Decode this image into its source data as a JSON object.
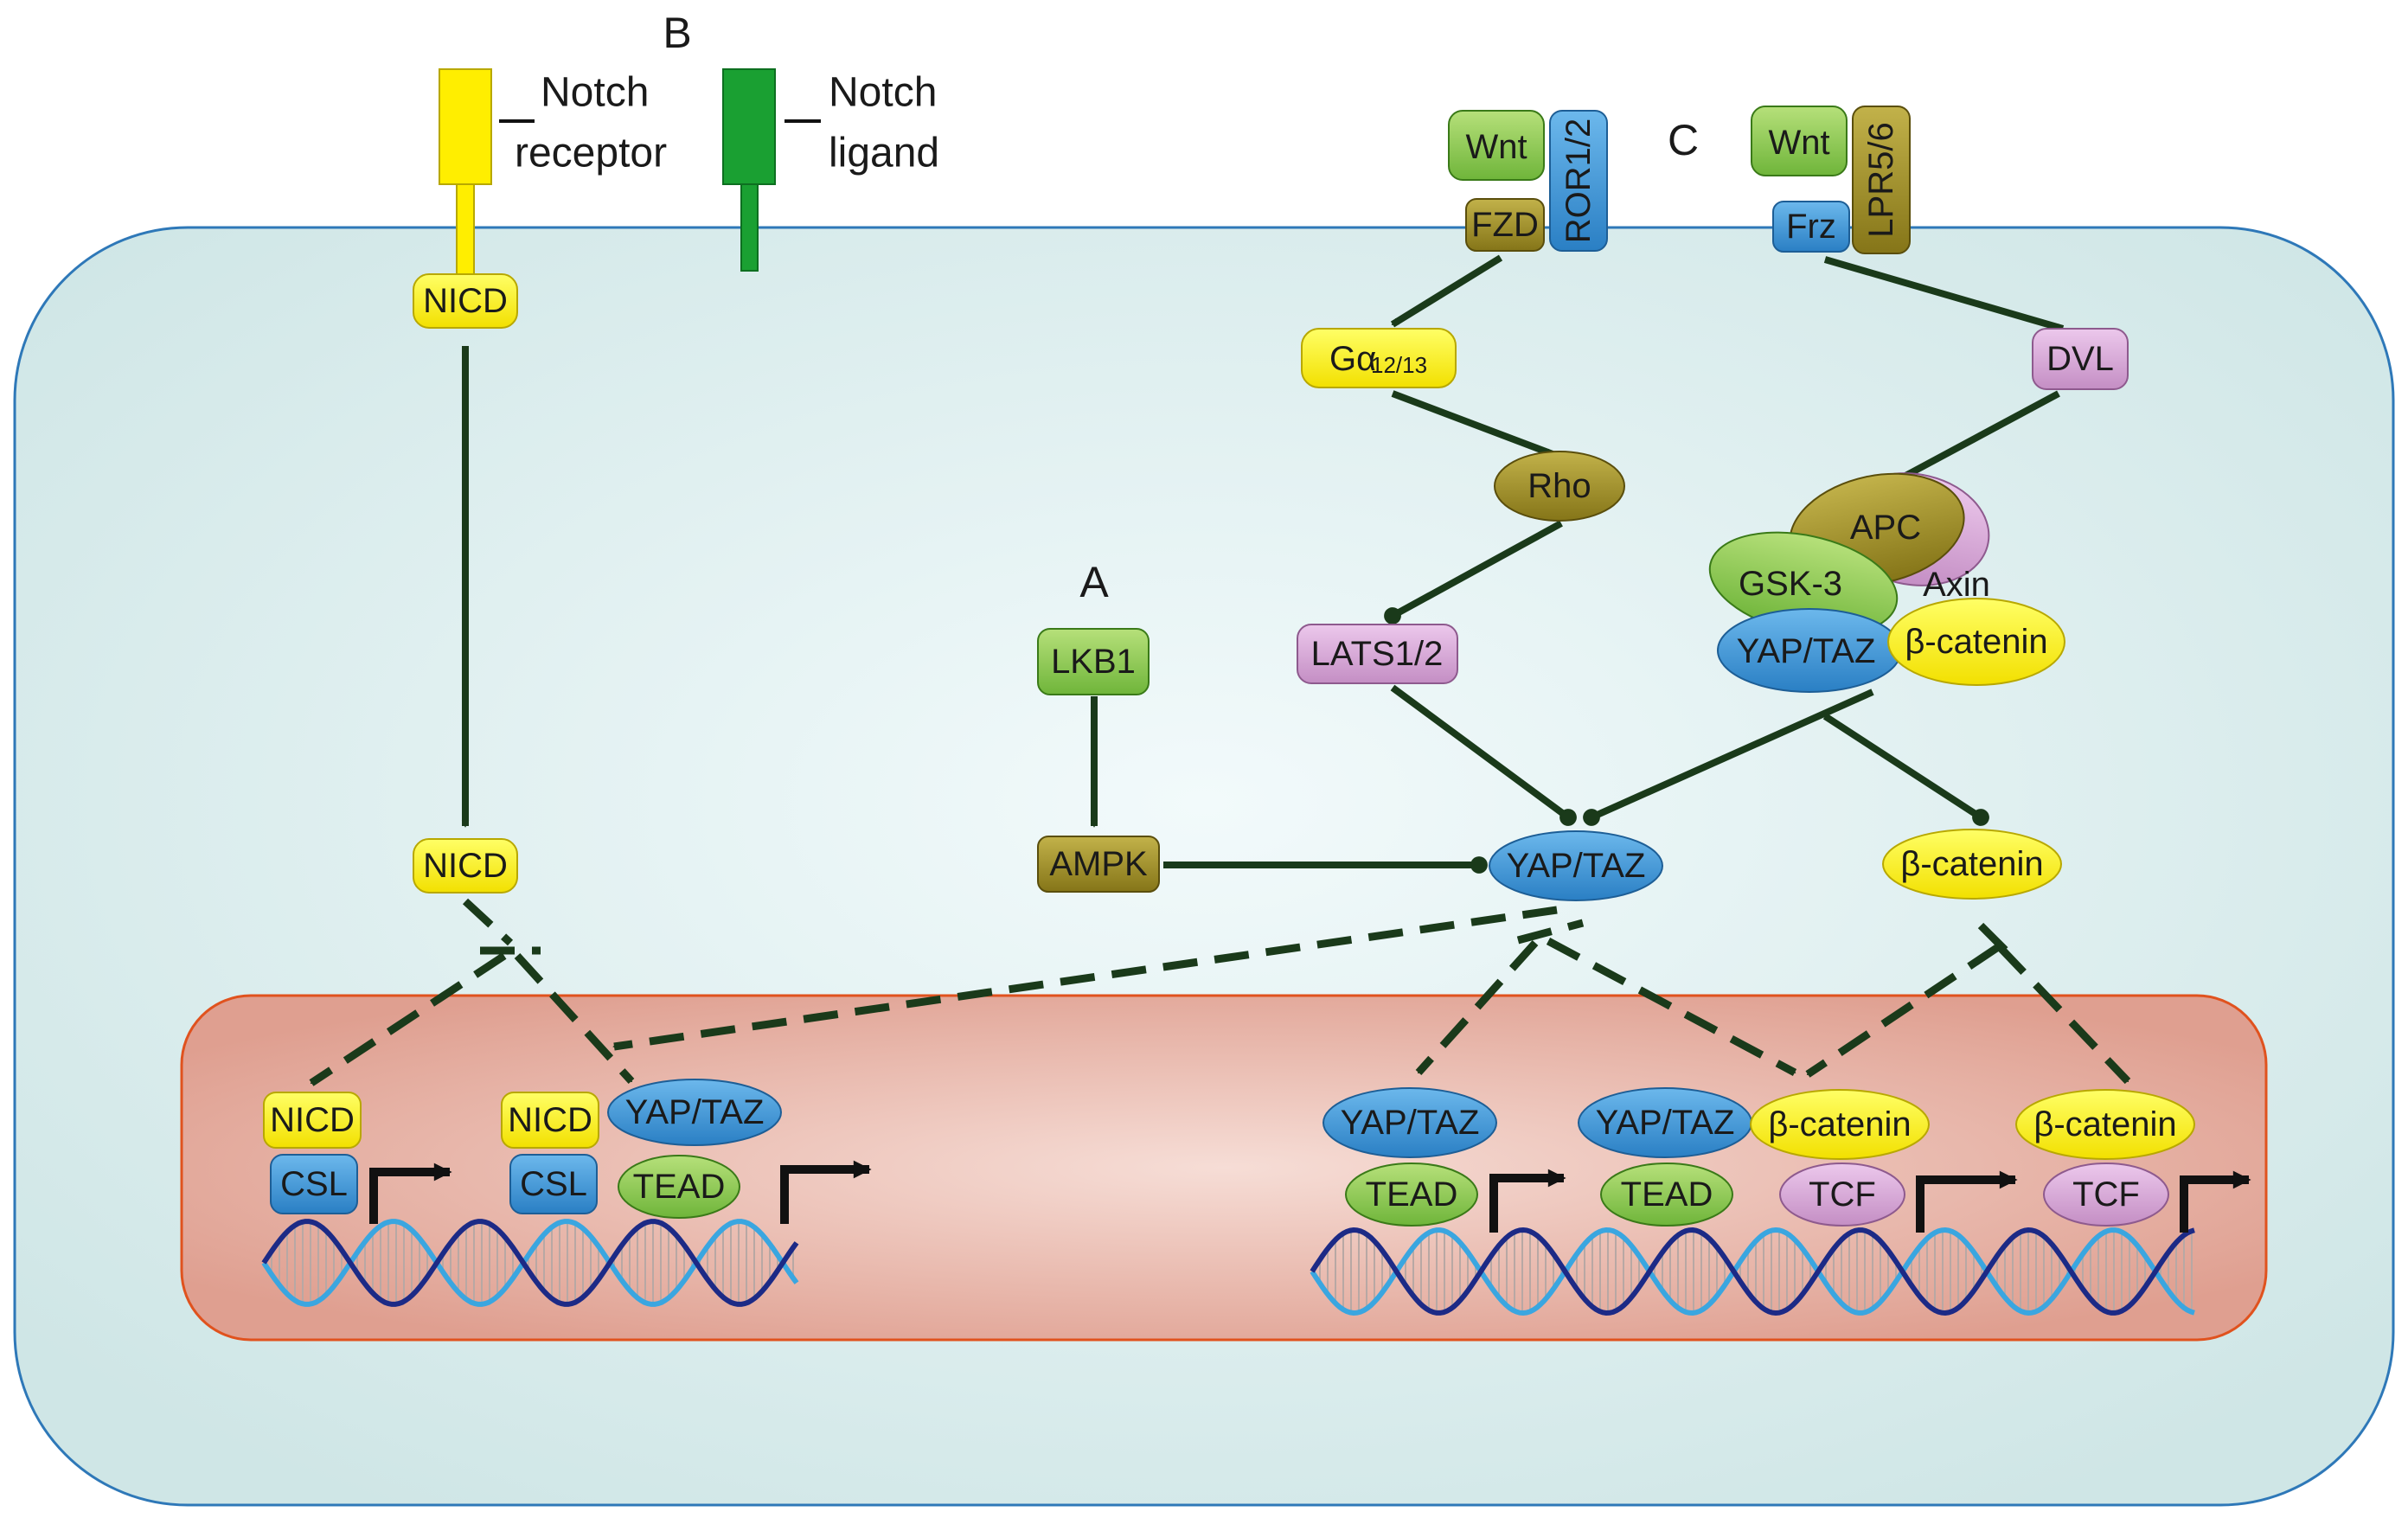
{
  "sections": {
    "a": "A",
    "b": "B",
    "c": "C"
  },
  "legend": {
    "notch_receptor": [
      "Notch",
      "receptor"
    ],
    "notch_ligand": [
      "Notch",
      "ligand"
    ]
  },
  "colors": {
    "cell_fill": "#d4eaea",
    "cell_stroke": "#2e78b8",
    "nucleus_fill": "#e3a99b",
    "nucleus_stroke": "#e0521e",
    "arrow": "#1a3a1a",
    "yellow": "#ffee00",
    "green": "#8cc84a",
    "olive": "#9a8a2a",
    "blue": "#3d93d6",
    "pink": "#d6a8d6",
    "dark_green": "#1aa032"
  },
  "nodes": {
    "nicd_membrane": "NICD",
    "nicd_cyto": "NICD",
    "lkb1": "LKB1",
    "ampk": "AMPK",
    "yap_taz_cyto": "YAP/TAZ",
    "wnt_1": "Wnt",
    "ror": "ROR1/2",
    "fzd": "FZD",
    "galpha_main": "Gα",
    "galpha_sub": "12/13",
    "rho": "Rho",
    "lats": "LATS1/2",
    "wnt_2": "Wnt",
    "lpr": "LPR5/6",
    "frz": "Frz",
    "dvl": "DVL",
    "apc": "APC",
    "axin": "Axin",
    "gsk3": "GSK-3",
    "yap_taz_complex": "YAP/TAZ",
    "bcat_complex": "β-catenin",
    "bcat_cyto": "β-catenin"
  },
  "nuclear": {
    "g1_nicd": "NICD",
    "g1_csl": "CSL",
    "g2_nicd": "NICD",
    "g2_csl": "CSL",
    "g2_yap": "YAP/TAZ",
    "g2_tead": "TEAD",
    "g3_yap": "YAP/TAZ",
    "g3_tead": "TEAD",
    "g4_yap": "YAP/TAZ",
    "g4_tead": "TEAD",
    "g4_bcat": "β-catenin",
    "g4_tcf": "TCF",
    "g5_bcat": "β-catenin",
    "g5_tcf": "TCF"
  }
}
